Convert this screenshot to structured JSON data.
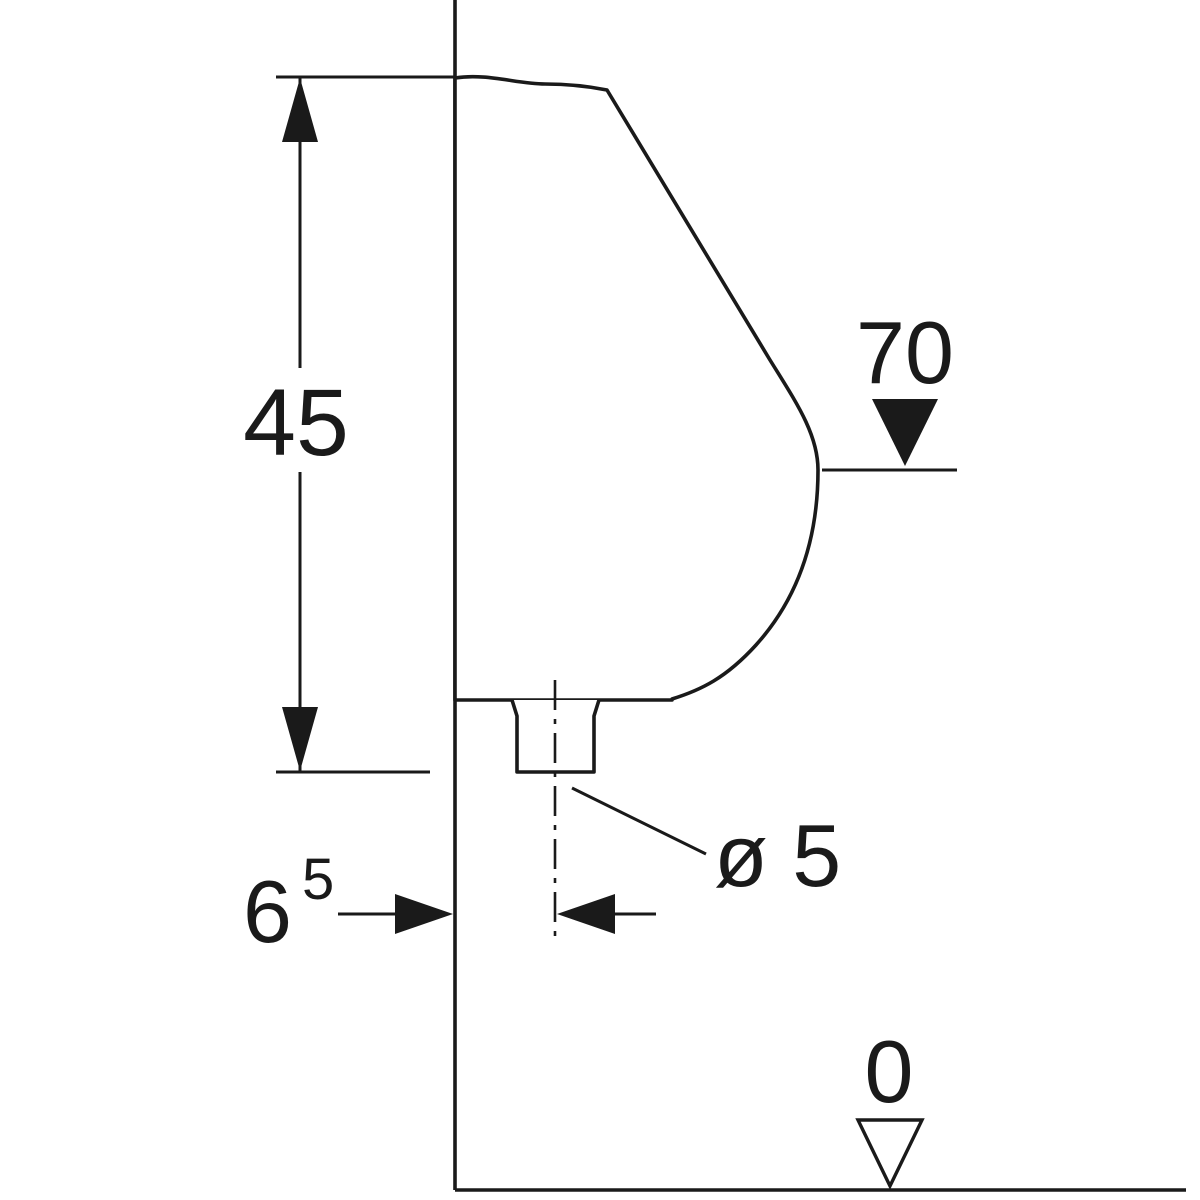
{
  "drawing": {
    "type": "technical-dimension-drawing",
    "subject": "urinal side elevation with mounting dimensions",
    "background": "#ffffff",
    "line_color": "#1a1a1a",
    "labels": {
      "overall_height": "45",
      "inlet_level": "70",
      "outlet_diameter": "ø 5",
      "outlet_offset_main": "6",
      "outlet_offset_sup": "5",
      "floor_datum": "0"
    }
  }
}
